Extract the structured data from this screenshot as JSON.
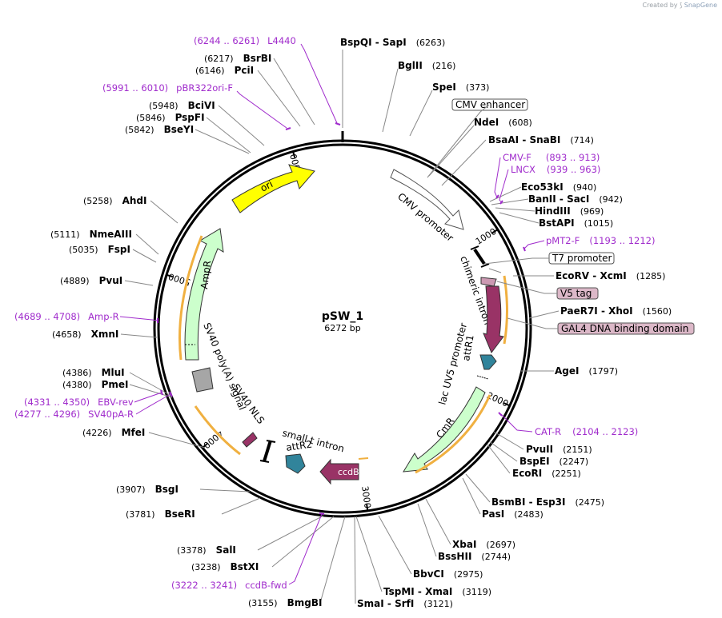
{
  "credit": {
    "prefix": "Created by",
    "brand": "SnapGene"
  },
  "plasmid": {
    "name": "pSW_1",
    "length_label": "6272 bp",
    "length": 6272
  },
  "ruler_ticks": [
    {
      "pos": 1000,
      "label": "1000"
    },
    {
      "pos": 2000,
      "label": "2000"
    },
    {
      "pos": 3000,
      "label": "3000"
    },
    {
      "pos": 4000,
      "label": "4000"
    },
    {
      "pos": 5000,
      "label": "5000"
    },
    {
      "pos": 6000,
      "label": "6000"
    }
  ],
  "colors": {
    "yellow": "#ffff00",
    "green": "#ccffcc",
    "maroon": "#993366",
    "teal": "#31849b",
    "pink": "#cc99b2",
    "gray": "#a6a6a6",
    "orange": "#f0b040",
    "primer": "#a02ccc"
  },
  "sites": [
    {
      "name": "BspQI",
      "name2": "SapI",
      "pos": "(6263)"
    },
    {
      "name": "BglII",
      "pos": "(216)"
    },
    {
      "name": "SpeI",
      "pos": "(373)"
    },
    {
      "name": "NdeI",
      "pos": "(608)"
    },
    {
      "name": "BsaAI",
      "name2": "SnaBI",
      "pos": "(714)"
    },
    {
      "name": "Eco53kI",
      "pos": "(940)"
    },
    {
      "name": "BanII",
      "name2": "SacI",
      "pos": "(942)"
    },
    {
      "name": "HindIII",
      "pos": "(969)"
    },
    {
      "name": "BstAPI",
      "pos": "(1015)"
    },
    {
      "name": "EcoRV",
      "name2": "XcmI",
      "pos": "(1285)"
    },
    {
      "name": "PaeR7I",
      "name2": "XhoI",
      "pos": "(1560)"
    },
    {
      "name": "AgeI",
      "pos": "(1797)"
    },
    {
      "name": "PvuII",
      "pos": "(2151)"
    },
    {
      "name": "BspEI",
      "pos": "(2247)"
    },
    {
      "name": "EcoRI",
      "pos": "(2251)"
    },
    {
      "name": "BsmBI",
      "name2": "Esp3I",
      "pos": "(2475)"
    },
    {
      "name": "PasI",
      "pos": "(2483)"
    },
    {
      "name": "XbaI",
      "pos": "(2697)"
    },
    {
      "name": "BssHII",
      "pos": "(2744)"
    },
    {
      "name": "BbvCI",
      "pos": "(2975)"
    },
    {
      "name": "TspMI",
      "name2": "XmaI",
      "pos": "(3119)"
    },
    {
      "name": "SmaI",
      "name2": "SrfI",
      "pos": "(3121)"
    },
    {
      "name": "BmgBI",
      "pos": "(3155)"
    },
    {
      "name": "BstXI",
      "pos": "(3238)"
    },
    {
      "name": "SalI",
      "pos": "(3378)"
    },
    {
      "name": "BseRI",
      "pos": "(3781)"
    },
    {
      "name": "BsgI",
      "pos": "(3907)"
    },
    {
      "name": "MfeI",
      "pos": "(4226)"
    },
    {
      "name": "PmeI",
      "pos": "(4380)"
    },
    {
      "name": "MluI",
      "pos": "(4386)"
    },
    {
      "name": "XmnI",
      "pos": "(4658)"
    },
    {
      "name": "PvuI",
      "pos": "(4889)"
    },
    {
      "name": "FspI",
      "pos": "(5035)"
    },
    {
      "name": "NmeAIII",
      "pos": "(5111)"
    },
    {
      "name": "AhdI",
      "pos": "(5258)"
    },
    {
      "name": "BseYI",
      "pos": "(5842)"
    },
    {
      "name": "PspFI",
      "pos": "(5846)"
    },
    {
      "name": "BciVI",
      "pos": "(5948)"
    },
    {
      "name": "PciI",
      "pos": "(6146)"
    },
    {
      "name": "BsrBI",
      "pos": "(6217)"
    }
  ],
  "primers": [
    {
      "name": "L4440",
      "range": "(6244 .. 6261)"
    },
    {
      "name": "pBR322ori-F",
      "range": "(5991 .. 6010)"
    },
    {
      "name": "CMV-F",
      "range": "(893 .. 913)"
    },
    {
      "name": "LNCX",
      "range": "(939 .. 963)"
    },
    {
      "name": "pMT2-F",
      "range": "(1193 .. 1212)"
    },
    {
      "name": "CAT-R",
      "range": "(2104 .. 2123)"
    },
    {
      "name": "ccdB-fwd",
      "range": "(3222 .. 3241)"
    },
    {
      "name": "Amp-R",
      "range": "(4689 .. 4708)"
    },
    {
      "name": "EBV-rev",
      "range": "(4331 .. 4350)"
    },
    {
      "name": "SV40pA-R",
      "range": "(4277 .. 4296)"
    }
  ],
  "boxed_features": [
    {
      "name": "CMV enhancer"
    },
    {
      "name": "T7 promoter"
    },
    {
      "name": "V5 tag"
    },
    {
      "name": "GAL4 DNA binding domain"
    }
  ],
  "features": [
    {
      "name": "ori"
    },
    {
      "name": "AmpR"
    },
    {
      "name": "CMV promoter"
    },
    {
      "name": "chimeric intron"
    },
    {
      "name": "lac UV5 promoter"
    },
    {
      "name": "attR1"
    },
    {
      "name": "CmR"
    },
    {
      "name": "ccdB"
    },
    {
      "name": "attR2"
    },
    {
      "name": "small t intron"
    },
    {
      "name": "SV40 NLS"
    },
    {
      "name": "SV40 poly(A) signal"
    }
  ]
}
